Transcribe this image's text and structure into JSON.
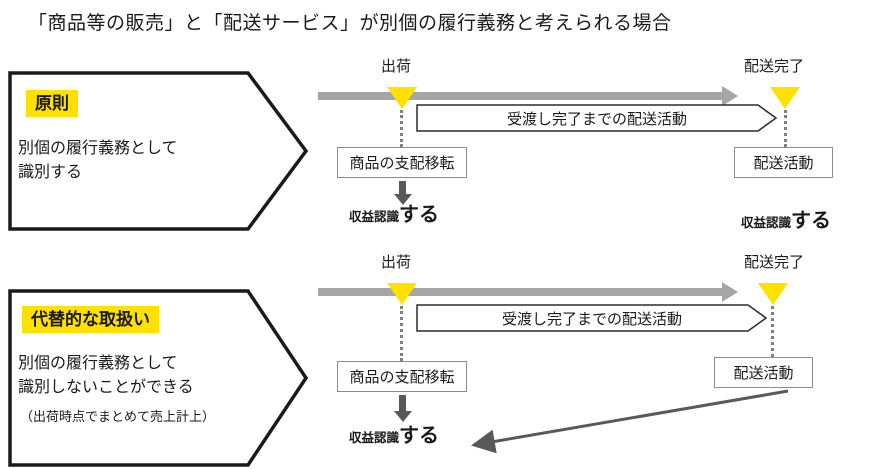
{
  "title": "「商品等の販売」と「配送サービス」が別個の履行義務と考えられる場合",
  "colors": {
    "highlight_yellow": "#ffe100",
    "timeline_gray": "#a6a6a8",
    "arrow_dark": "#595959",
    "text": "#1a1a1a"
  },
  "sections": [
    {
      "label": "原則",
      "line1": "別個の履行義務として",
      "line2": "識別する",
      "timeline": {
        "start": "出荷",
        "end": "配送完了",
        "band": "受渡し完了までの配送活動",
        "left_box": "商品の支配移転",
        "right_box": "配送活動",
        "revenue_small": "収益認識",
        "revenue_large": "する"
      }
    },
    {
      "label": "代替的な取扱い",
      "line1": "別個の履行義務として",
      "line2": "識別しないことができる",
      "note": "（出荷時点でまとめて売上計上）",
      "timeline": {
        "start": "出荷",
        "end": "配送完了",
        "band": "受渡し完了までの配送活動",
        "left_box": "商品の支配移転",
        "right_box": "配送活動",
        "revenue_small": "収益認識",
        "revenue_large": "する"
      }
    }
  ]
}
